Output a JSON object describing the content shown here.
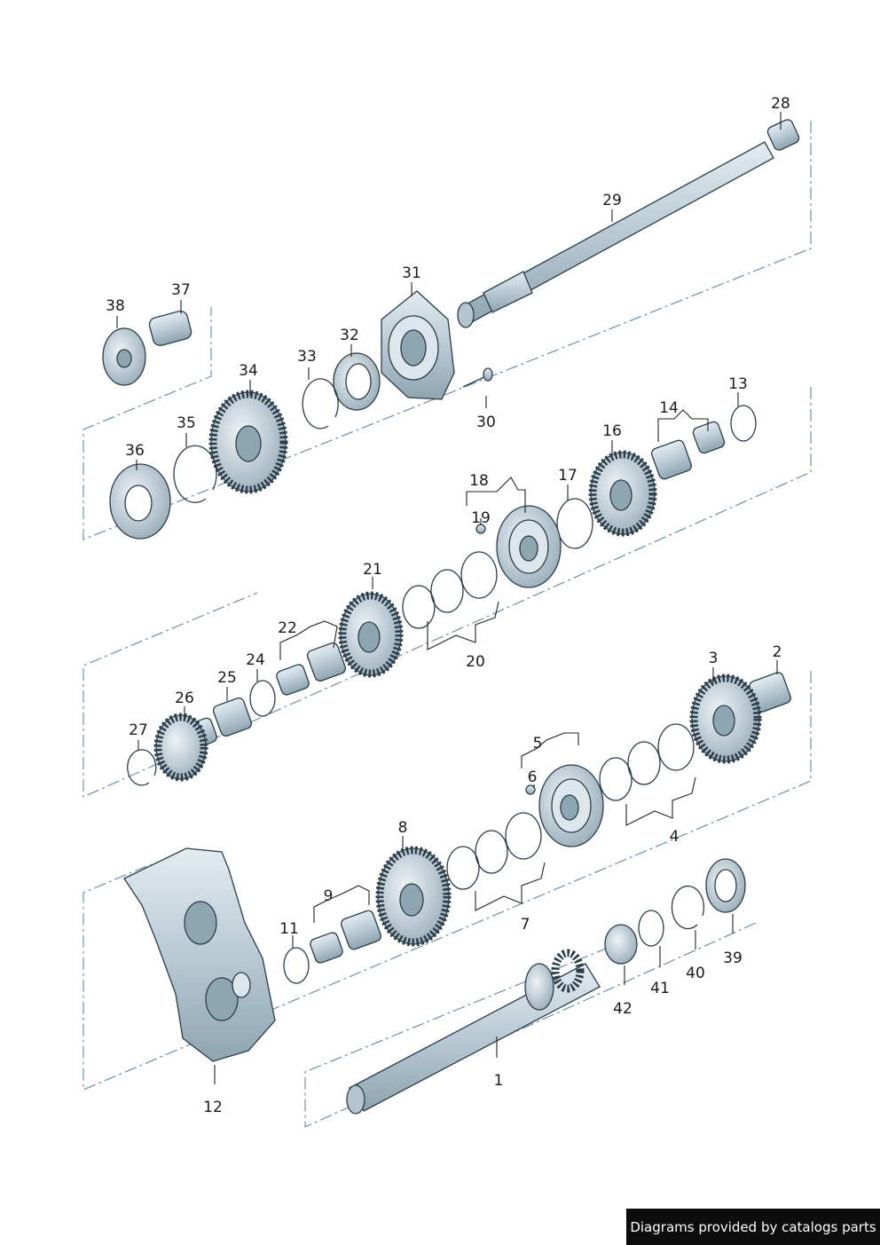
{
  "diagram": {
    "callouts": [
      "1",
      "2",
      "3",
      "4",
      "5",
      "6",
      "7",
      "8",
      "9",
      "11",
      "12",
      "13",
      "14",
      "16",
      "17",
      "18",
      "19",
      "20",
      "21",
      "22",
      "24",
      "25",
      "26",
      "27",
      "28",
      "29",
      "30",
      "31",
      "32",
      "33",
      "34",
      "35",
      "36",
      "37",
      "38",
      "39",
      "40",
      "41",
      "42"
    ]
  },
  "credit": "Diagrams provided by catalogs parts",
  "colors": {
    "part_fill": "#c3d2db",
    "part_shade": "#8fa6b3",
    "outline": "#2b3d48",
    "axis": "#6f8fa6"
  }
}
